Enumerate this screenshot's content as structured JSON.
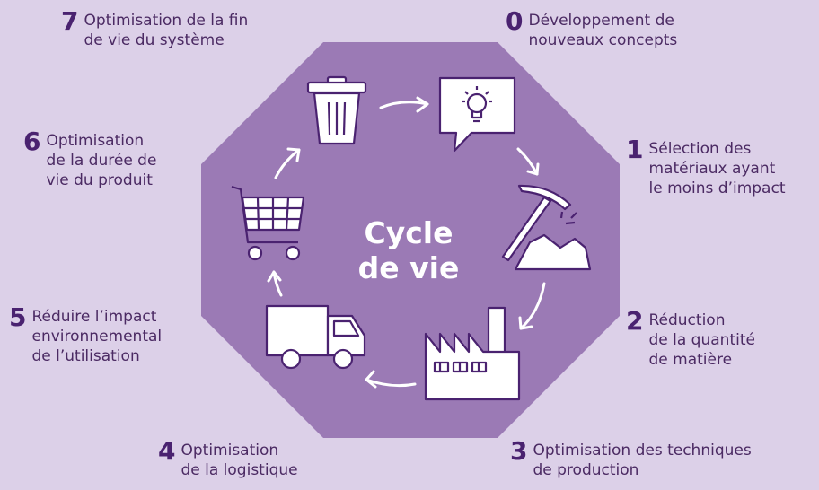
{
  "center": {
    "title": "Cycle\nde vie"
  },
  "stages": [
    {
      "num": "0",
      "label": "Développement de\nnouveaux concepts",
      "icon": "lightbulb-icon"
    },
    {
      "num": "1",
      "label": "Sélection des\nmatériaux ayant\nle moins d’impact",
      "icon": "pickaxe-icon"
    },
    {
      "num": "2",
      "label": "Réduction\nde la quantité\nde matière",
      "icon": "factory-icon"
    },
    {
      "num": "3",
      "label": "Optimisation des techniques\nde production",
      "icon": "factory-icon"
    },
    {
      "num": "4",
      "label": "Optimisation\nde la logistique",
      "icon": "truck-icon"
    },
    {
      "num": "5",
      "label": "Réduire l’impact\nenvironnemental\nde l’utilisation",
      "icon": "shopping-cart-icon"
    },
    {
      "num": "6",
      "label": "Optimisation\nde la durée de\nvie du produit",
      "icon": "shopping-cart-icon"
    },
    {
      "num": "7",
      "label": "Optimisation de la fin\nde vie du système",
      "icon": "trash-can-icon"
    }
  ],
  "colors": {
    "background": "#dcd0e8",
    "octagon": "#9b7ab5",
    "number": "#4a2270",
    "text": "#4b2a63",
    "icon_fill": "#ffffff"
  }
}
